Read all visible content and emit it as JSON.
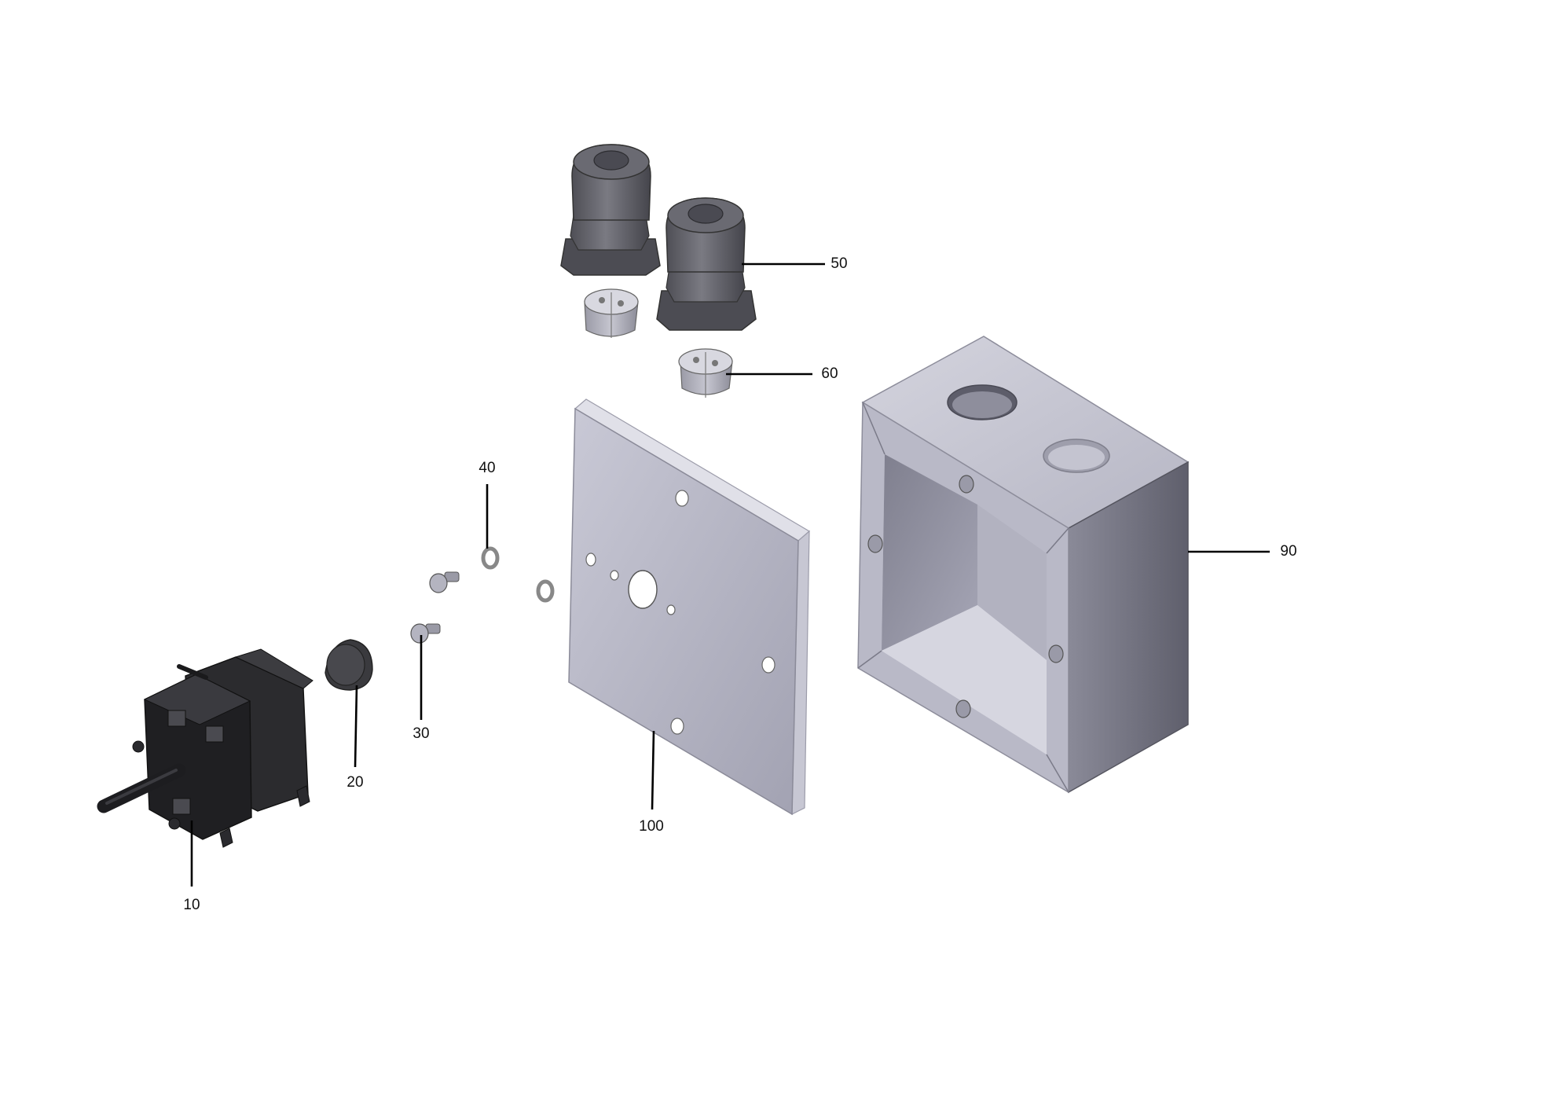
{
  "diagram": {
    "labels": {
      "p10": "10",
      "p20": "20",
      "p30": "30",
      "p40": "40",
      "p50": "50",
      "p60": "60",
      "p90": "90",
      "p100": "100"
    }
  },
  "colors": {
    "background": "#ffffff",
    "housing_light": "#c3c3d0",
    "housing_mid": "#a8a8b8",
    "housing_dark": "#676775",
    "gland_gray": "#5f5f66",
    "switch_black": "#262628",
    "leader_line": "#000000"
  }
}
